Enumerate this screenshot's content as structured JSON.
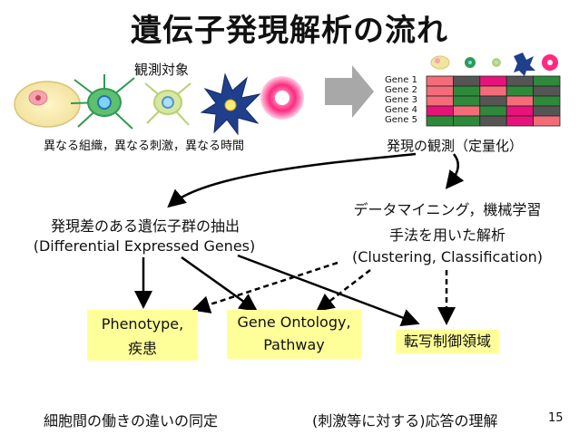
{
  "title": "遺伝子発現解析の流れ",
  "observation_label": "観測対象",
  "sample_conditions": "異なる組織，異なる刺激，異なる時間",
  "genes": [
    "Gene 1",
    "Gene 2",
    "Gene 3",
    "Gene 4",
    "Gene 5"
  ],
  "heatmap_colors": {
    "red": "#f46c7a",
    "green": "#2e8a3a",
    "magenta": "#e8137a",
    "gray": "#555555"
  },
  "heatmap_grid": [
    [
      "red",
      "gray",
      "magenta",
      "gray",
      "green"
    ],
    [
      "red",
      "green",
      "red",
      "green",
      "gray"
    ],
    [
      "red",
      "green",
      "gray",
      "red",
      "green"
    ],
    [
      "magenta",
      "red",
      "green",
      "magenta",
      "gray"
    ],
    [
      "green",
      "green",
      "gray",
      "magenta",
      "red"
    ]
  ],
  "measurement_label": "発現の観測（定量化）",
  "deg": {
    "line1": "発現差のある遺伝子群の抽出",
    "line2": "(Differential Expressed Genes)"
  },
  "mining": {
    "line1": "データマイニング，機械学習",
    "line2": "手法を用いた解析",
    "line3": "(Clustering, Classification)"
  },
  "boxes": {
    "phenotype_line1": "Phenotype,",
    "phenotype_line2": "疾患",
    "go_line1": "Gene Ontology,",
    "go_line2": "Pathway",
    "tf": "転写制御領域"
  },
  "bottom": {
    "left": "細胞間の働きの違いの同定",
    "right": "(刺激等に対する)応答の理解"
  },
  "page_number": "15"
}
